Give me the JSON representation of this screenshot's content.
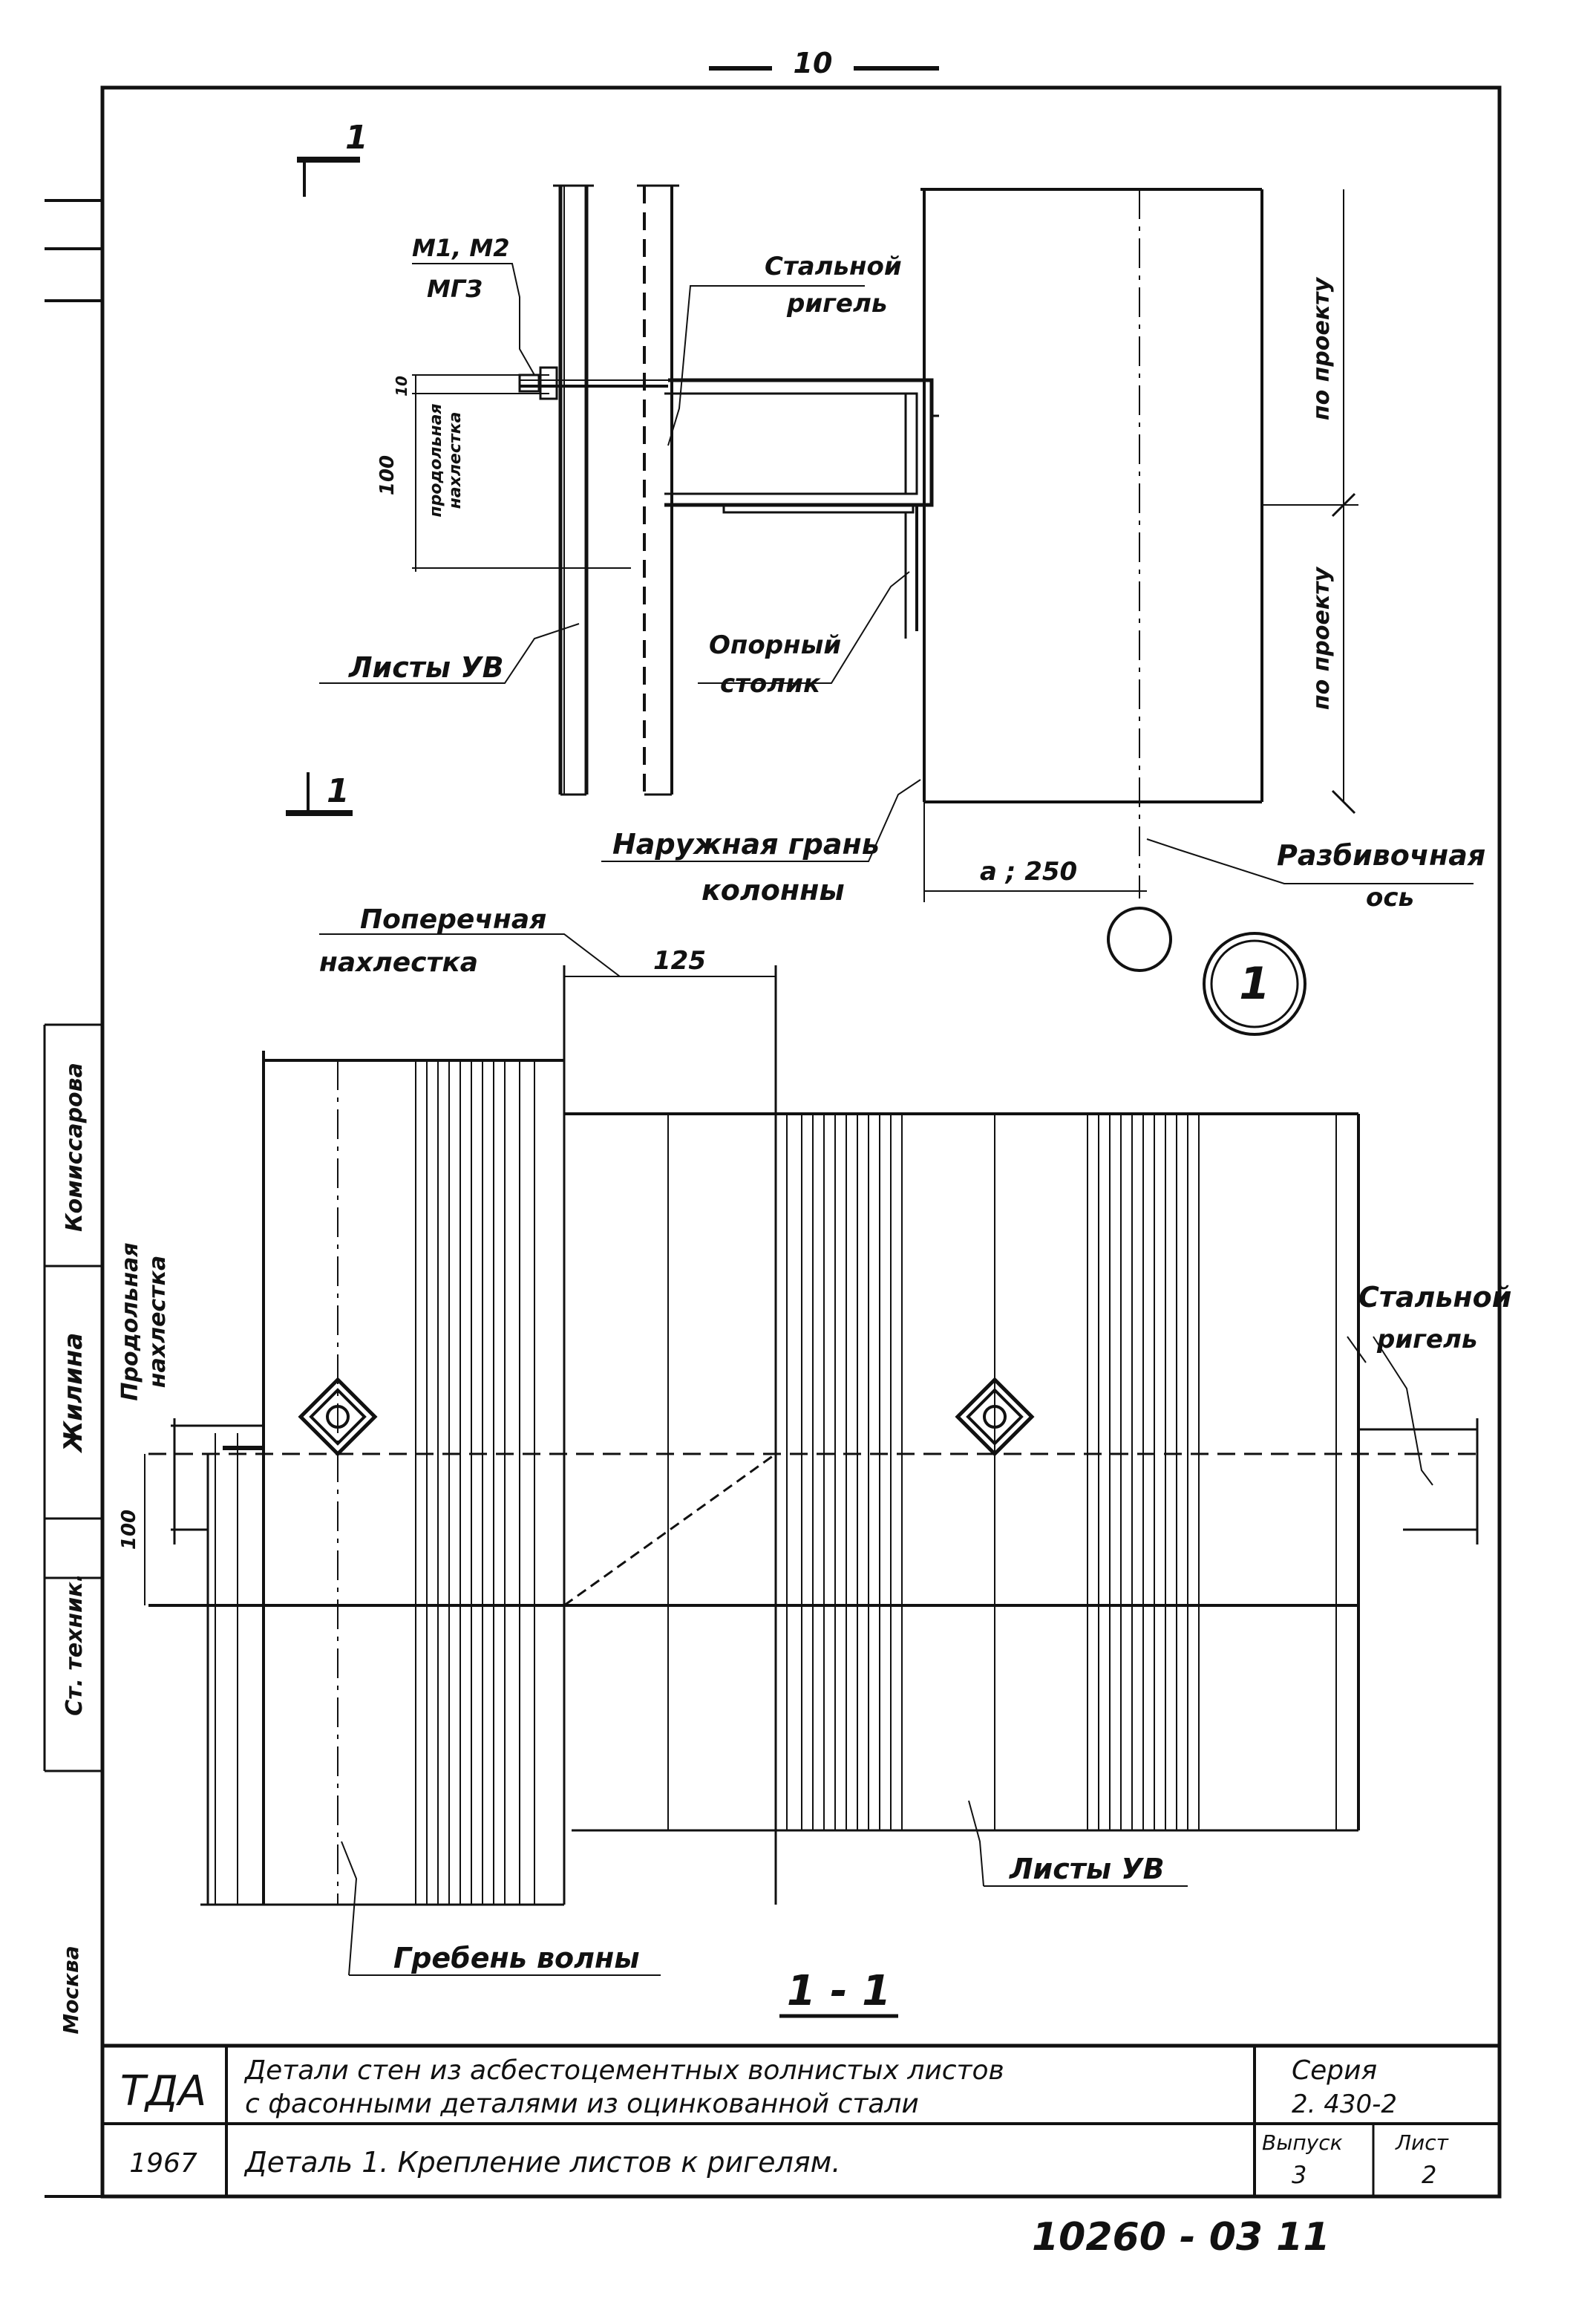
{
  "page_number": "10",
  "labels": {
    "section_mark_top": "1",
    "section_mark_bottom": "1",
    "fasteners_line1": "М1, М2",
    "fasteners_line2": "МГЗ",
    "dim_10": "10",
    "dim_100_top": "100",
    "long_overlap_top_line1": "продольная",
    "long_overlap_top_line2": "нахлестка",
    "steel_girder_top_line1": "Стальной",
    "steel_girder_top_line2": "ригель",
    "sheets_uv_top": "Листы УВ",
    "support_table_line1": "Опорный",
    "support_table_line2": "столик",
    "outer_face_line1": "Наружная грань",
    "outer_face_line2": "колонны",
    "a_250": "а ; 250",
    "layout_axis_line1": "Разбивочная",
    "layout_axis_line2": "ось",
    "by_project_1": "по проекту",
    "by_project_2": "по проекту",
    "callout_detail": "1",
    "transverse_overlap_line1": "Поперечная",
    "transverse_overlap_line2": "нахлестка",
    "dim_125": "125",
    "long_overlap_side_line1": "Продольная",
    "long_overlap_side_line2": "нахлестка",
    "dim_100_side": "100",
    "steel_girder_right_line1": "Стальной",
    "steel_girder_right_line2": "ригель",
    "sheets_uv_bottom": "Листы УВ",
    "wave_crest": "Гребень волны",
    "section_title": "1 - 1"
  },
  "sidebar": {
    "name1": "Комиссарова",
    "signature": "Жилина",
    "role": "Ст. техник.",
    "city": "Москва"
  },
  "title_block": {
    "org": "ТДА",
    "title_line1": "Детали стен из асбестоцементных волнистых листов",
    "title_line2": "с фасонными деталями из оцинкованной стали",
    "series_label": "Серия",
    "series_value": "2. 430-2",
    "year": "1967",
    "detail_title": "Деталь 1.  Крепление листов к ригелям.",
    "issue_label": "Выпуск",
    "issue_value": "3",
    "sheet_label": "Лист",
    "sheet_value": "2"
  },
  "stamp_number": "10260 - 03   11"
}
